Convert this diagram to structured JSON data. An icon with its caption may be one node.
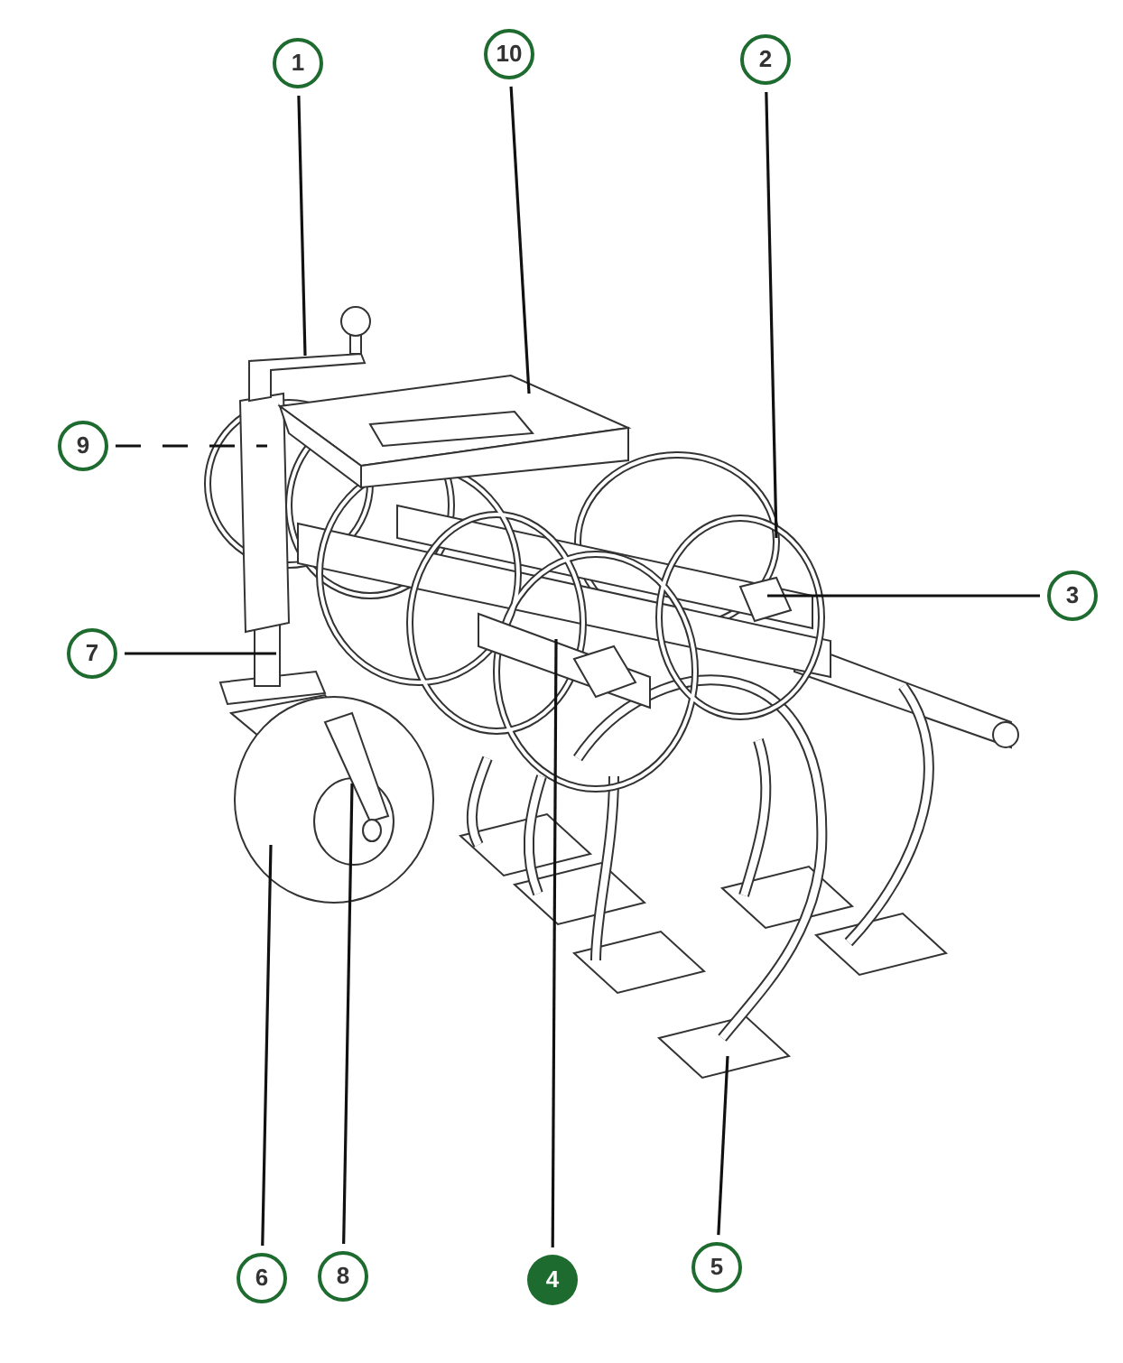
{
  "diagram": {
    "nodes": [
      {
        "text": [
          "1"
        ]
      },
      {
        "text": [
          "10"
        ]
      },
      {
        "text": [
          "2"
        ]
      },
      {
        "text": [
          "9"
        ]
      },
      {
        "text": [
          "3"
        ]
      },
      {
        "text": [
          "7"
        ]
      },
      {
        "text": [
          "6"
        ]
      },
      {
        "text": [
          "8"
        ]
      },
      {
        "text": [
          "4"
        ]
      },
      {
        "text": [
          "5"
        ]
      }
    ],
    "edges": [
      {
        "from": 0,
        "to": null,
        "arrow": "none"
      },
      {
        "from": 1,
        "to": null,
        "arrow": "none"
      },
      {
        "from": 2,
        "to": null,
        "arrow": "none"
      },
      {
        "from": 3,
        "to": null,
        "arrow": "none",
        "style": "dashed"
      },
      {
        "from": 4,
        "to": null,
        "arrow": "none"
      },
      {
        "from": 5,
        "to": null,
        "arrow": "none"
      },
      {
        "from": 6,
        "to": null,
        "arrow": "none"
      },
      {
        "from": 7,
        "to": null,
        "arrow": "none"
      },
      {
        "from": 8,
        "to": null,
        "arrow": "none"
      },
      {
        "from": 9,
        "to": null,
        "arrow": "none"
      }
    ]
  }
}
